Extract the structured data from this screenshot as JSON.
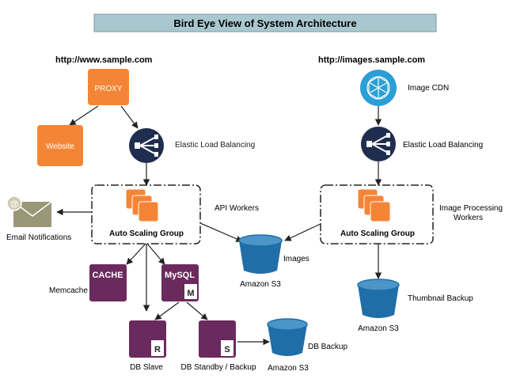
{
  "title": "Bird Eye View of System Architecture",
  "urls": {
    "left": "http://www.sample.com",
    "right": "http://images.sample.com"
  },
  "nodes": {
    "proxy": "PROXY",
    "website": "Website",
    "elb_left": "Elastic Load Balancing",
    "api_group": "Auto Scaling Group",
    "api_workers": "API Workers",
    "email": "Email Notifications",
    "cache_box": "CACHE",
    "memcache": "Memcache",
    "mysql_box": "MySQL",
    "mysql_badge": "M",
    "db_slave": "DB Slave",
    "db_slave_badge": "R",
    "db_standby": "DB Standby / Backup",
    "db_standby_badge": "S",
    "images": "Images",
    "s3_images": "Amazon S3",
    "db_backup": "DB Backup",
    "s3_backup": "Amazon S3",
    "image_cdn": "Image CDN",
    "elb_right": "Elastic Load Balancing",
    "img_group": "Auto Scaling Group",
    "img_workers_1": "Image Processing",
    "img_workers_2": "Workers",
    "thumb_backup": "Thumbnail Backup",
    "s3_thumb": "Amazon S3"
  },
  "colors": {
    "orange": "#f58536",
    "navy": "#1f2d4e",
    "purple": "#6b2a5d",
    "s3_blue": "#1f6ea8",
    "title_bg": "#a9c7cf"
  }
}
